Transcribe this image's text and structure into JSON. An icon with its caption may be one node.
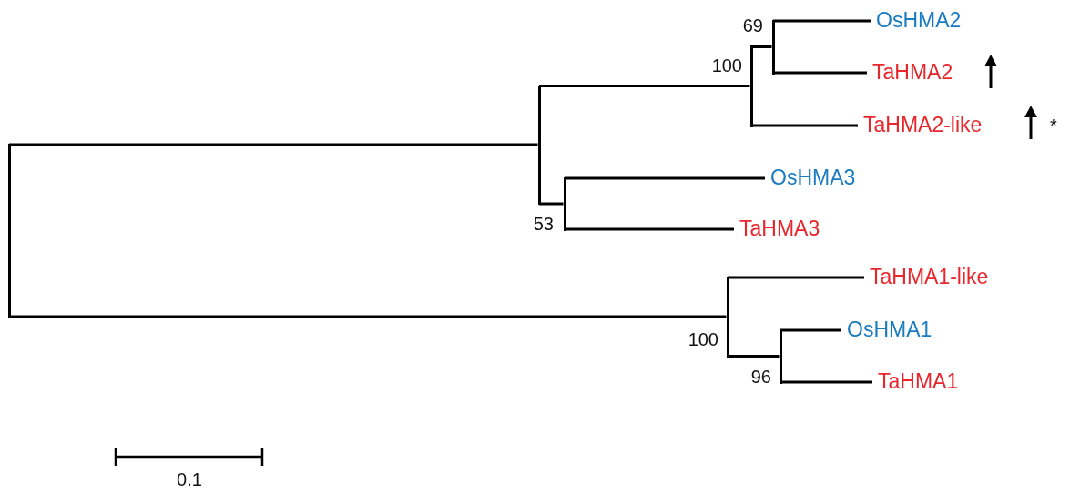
{
  "diagram": {
    "nodes": [
      {
        "text": [],
        "shape": "bar"
      },
      {
        "text": [],
        "shape": "bar"
      },
      {
        "text": [],
        "shape": "bar",
        "beside": [
          "100"
        ]
      },
      {
        "text": [],
        "shape": "bar",
        "beside": [
          "69"
        ]
      },
      {
        "text": [
          "OsHMA2"
        ]
      },
      {
        "text": [
          "TaHMA2"
        ]
      },
      {
        "text": [
          "TaHMA2-like"
        ],
        "beside": [
          "*"
        ]
      },
      {
        "text": [],
        "shape": "bar",
        "beside": [
          "53"
        ]
      },
      {
        "text": [
          "OsHMA3"
        ]
      },
      {
        "text": [
          "TaHMA3"
        ]
      },
      {
        "text": [],
        "shape": "bar",
        "beside": [
          "100"
        ]
      },
      {
        "text": [
          "TaHMA1-like"
        ]
      },
      {
        "text": [],
        "shape": "bar",
        "beside": [
          "96"
        ]
      },
      {
        "text": [
          "OsHMA1"
        ]
      },
      {
        "text": [
          "TaHMA1"
        ]
      }
    ],
    "edges": [
      {
        "from": 0,
        "to": 1,
        "arrow": "none"
      },
      {
        "from": 0,
        "to": 10,
        "arrow": "none"
      },
      {
        "from": 1,
        "to": 2,
        "arrow": "none"
      },
      {
        "from": 1,
        "to": 7,
        "arrow": "none"
      },
      {
        "from": 2,
        "to": 3,
        "arrow": "none"
      },
      {
        "from": 2,
        "to": 6,
        "arrow": "none"
      },
      {
        "from": 3,
        "to": 4,
        "arrow": "none"
      },
      {
        "from": 3,
        "to": 5,
        "arrow": "none"
      },
      {
        "from": 7,
        "to": 8,
        "arrow": "none"
      },
      {
        "from": 7,
        "to": 9,
        "arrow": "none"
      },
      {
        "from": 10,
        "to": 11,
        "arrow": "none"
      },
      {
        "from": 10,
        "to": 12,
        "arrow": "none"
      },
      {
        "from": 12,
        "to": 13,
        "arrow": "none"
      },
      {
        "from": 12,
        "to": 14,
        "arrow": "none"
      }
    ],
    "labels": [
      "0.1"
    ]
  }
}
